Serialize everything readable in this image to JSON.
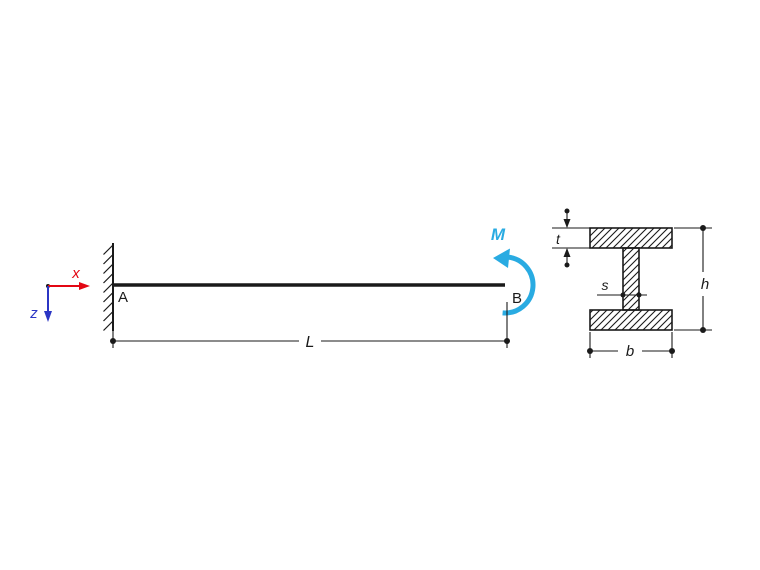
{
  "colors": {
    "x_axis": "#e30613",
    "z_axis": "#2b35c4",
    "moment": "#29abe2",
    "ink": "#1a1a1a"
  },
  "axes": {
    "x": "x",
    "z": "z"
  },
  "beam": {
    "support_label": "A",
    "tip_label": "B",
    "moment_label": "M",
    "length_label": "L"
  },
  "section": {
    "flange_thickness_label": "t",
    "web_thickness_label": "s",
    "height_label": "h",
    "width_label": "b"
  }
}
